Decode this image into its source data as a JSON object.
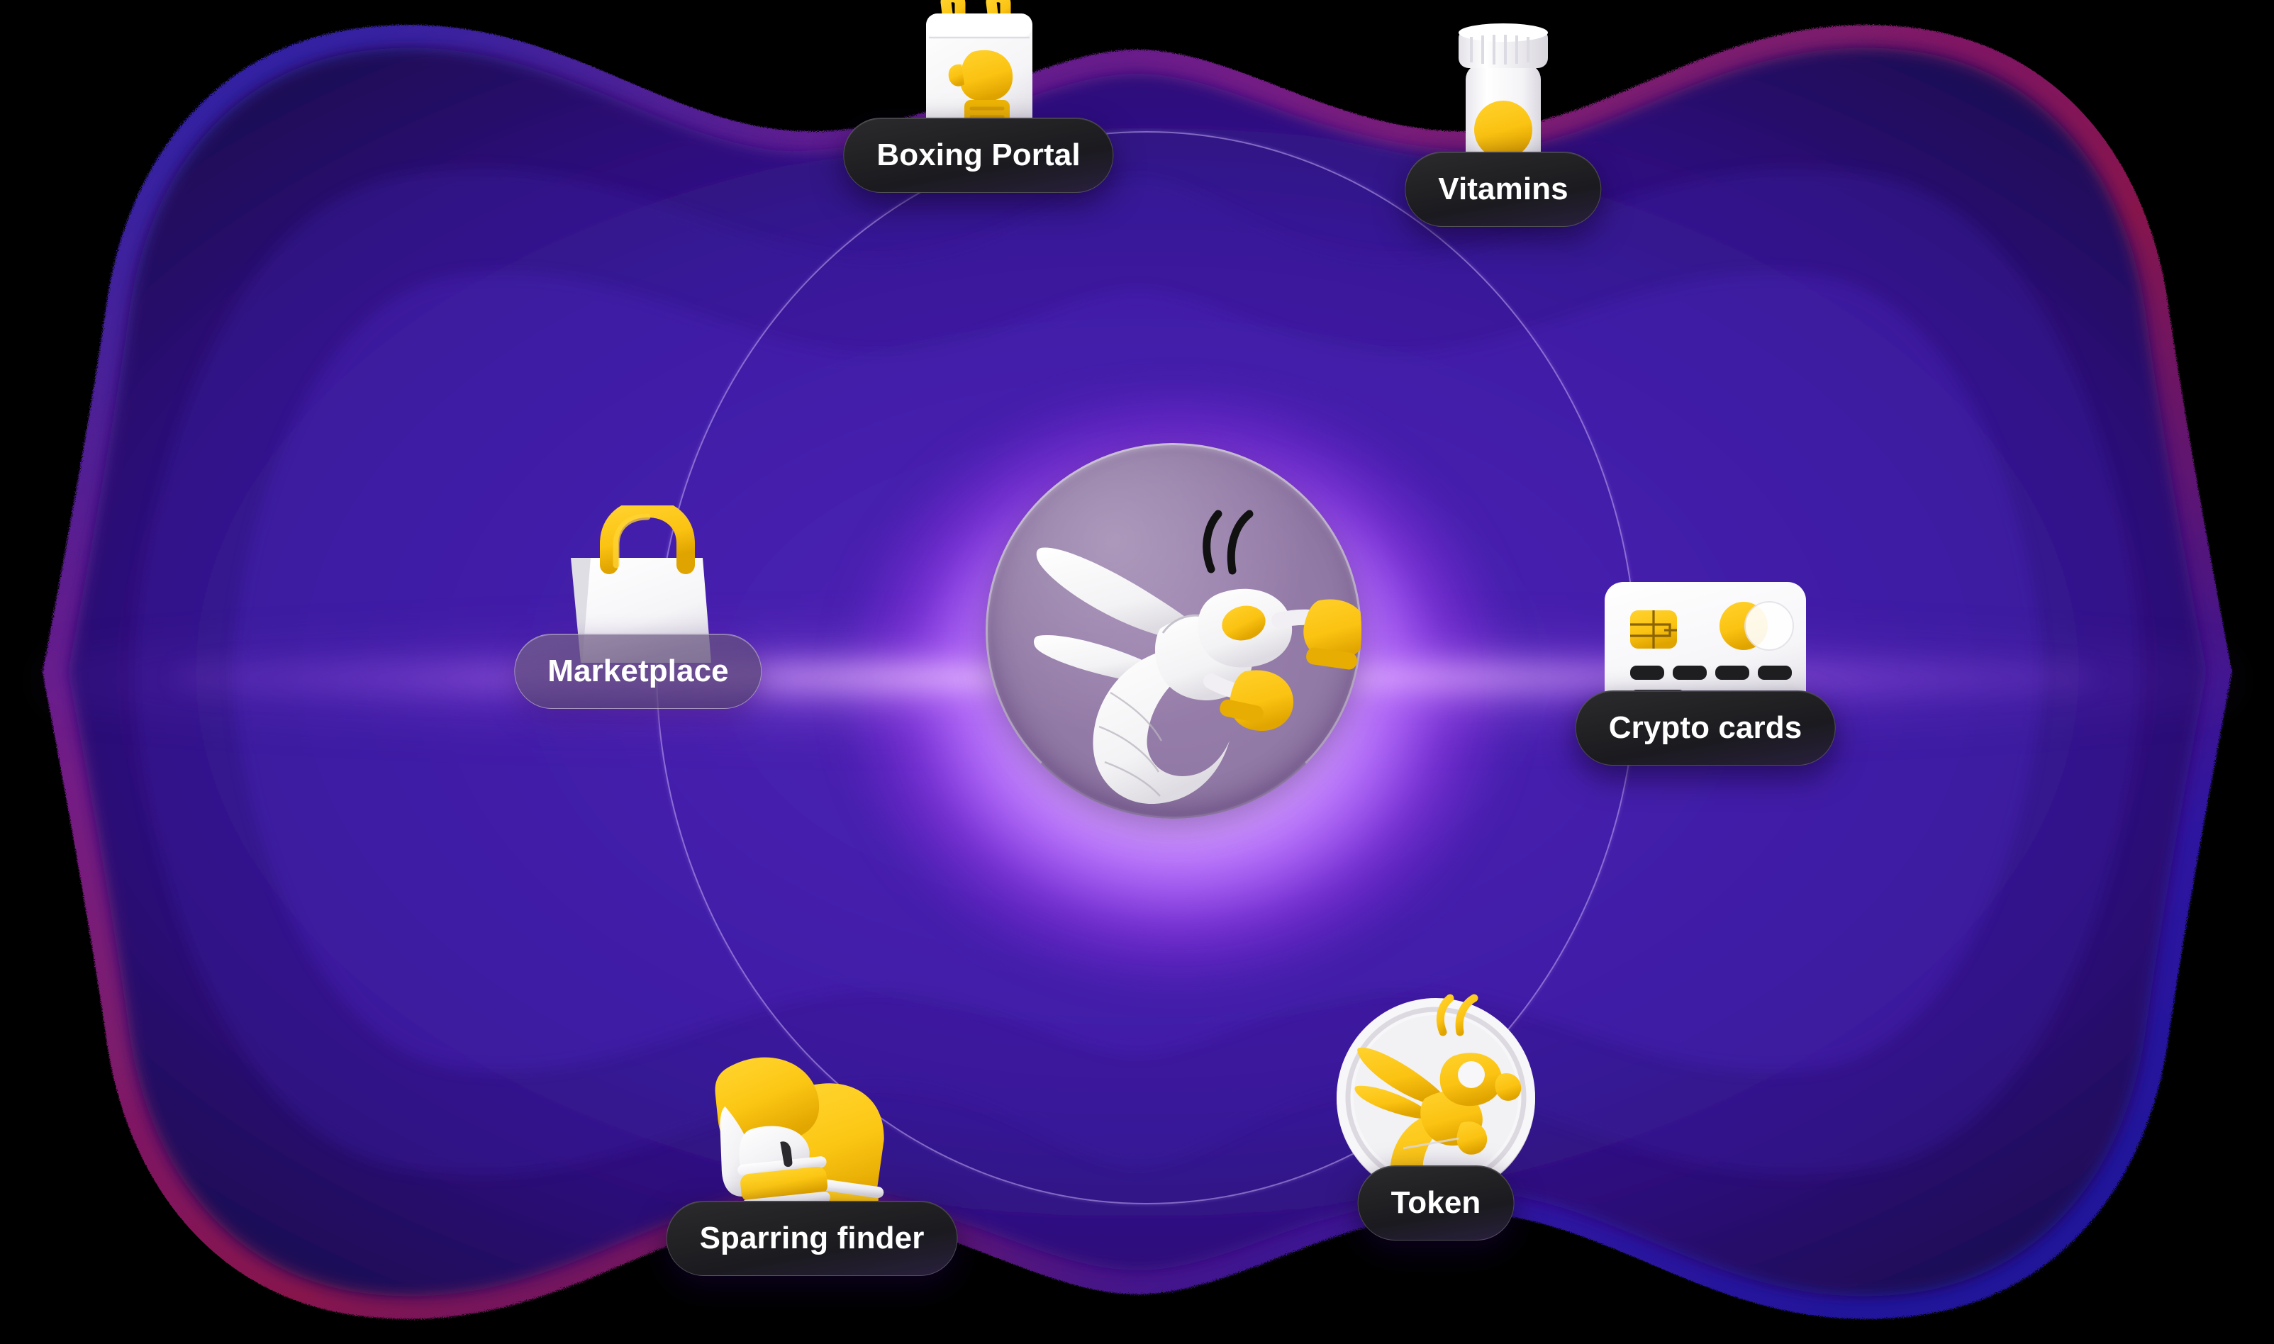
{
  "scene": {
    "title": "Ecosystem orbit hub",
    "center": {
      "logo_name": "boxing-hornet-logo",
      "disc_color": "#927aa6",
      "glow_color": "#b96eff"
    },
    "background": {
      "base_color": "#000000",
      "blob_color": "#3a1a8c",
      "accent_color": "#7b2ff7",
      "edge_color": "#1a1a8a"
    },
    "accent": {
      "yellow": "#fbc312",
      "white": "#ffffff",
      "pill_dark": "#232325",
      "pill_light": "#6a5280"
    }
  },
  "nodes": [
    {
      "id": "boxing-portal",
      "label": "Boxing Portal",
      "icon": "calendar-boxing-glove-icon",
      "pill_style": "dark"
    },
    {
      "id": "vitamins",
      "label": "Vitamins",
      "icon": "pill-bottle-icon",
      "pill_style": "dark"
    },
    {
      "id": "crypto-cards",
      "label": "Crypto cards",
      "icon": "credit-card-icon",
      "pill_style": "dark"
    },
    {
      "id": "token",
      "label": "Token",
      "icon": "hornet-coin-icon",
      "pill_style": "dark"
    },
    {
      "id": "sparring-finder",
      "label": "Sparring finder",
      "icon": "boxing-gloves-icon",
      "pill_style": "dark"
    },
    {
      "id": "marketplace",
      "label": "Marketplace",
      "icon": "shopping-bag-icon",
      "pill_style": "light"
    }
  ]
}
